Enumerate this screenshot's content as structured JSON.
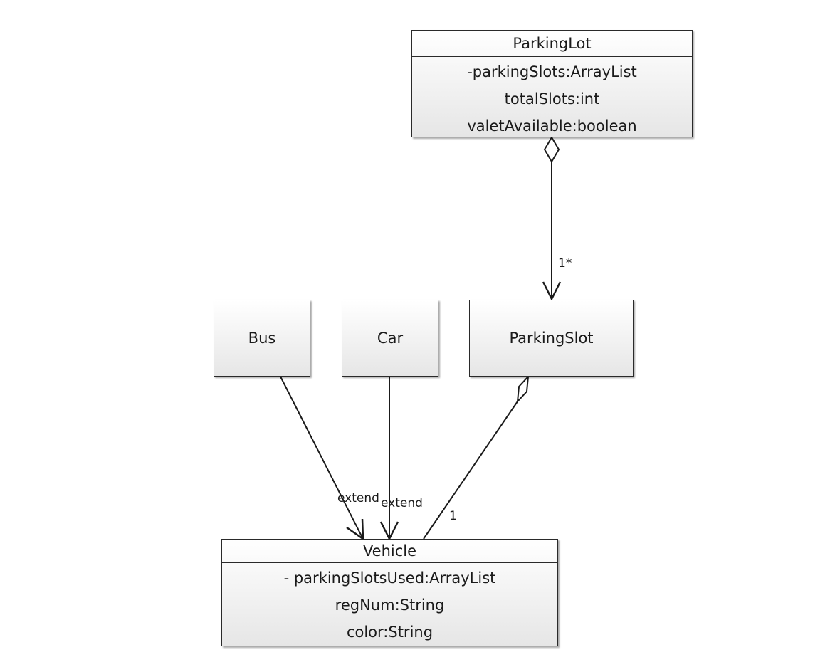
{
  "classes": {
    "parking_lot": {
      "name": "ParkingLot",
      "attributes": [
        "-parkingSlots:ArrayList",
        "totalSlots:int",
        "valetAvailable:boolean"
      ]
    },
    "bus": {
      "name": "Bus"
    },
    "car": {
      "name": "Car"
    },
    "parking_slot": {
      "name": "ParkingSlot"
    },
    "vehicle": {
      "name": "Vehicle",
      "attributes": [
        "- parkingSlotsUsed:ArrayList",
        "regNum:String",
        "color:String"
      ]
    }
  },
  "relations": {
    "lot_to_slot_multiplicity": "1*",
    "bus_extend": "extend",
    "car_extend": "extend",
    "slot_to_vehicle_multiplicity": "1"
  }
}
